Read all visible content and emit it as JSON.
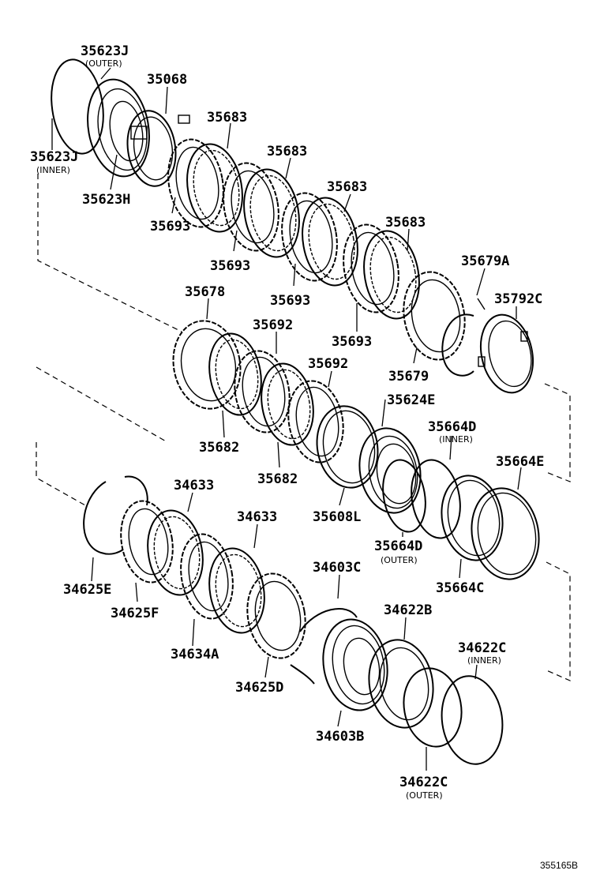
{
  "diagram_code": "355165B",
  "labels": {
    "p35623J_outer": "35623J",
    "p35623J_outer_sub": "(OUTER)",
    "p35068": "35068",
    "p35623J_inner": "35623J",
    "p35623J_inner_sub": "(INNER)",
    "p35623H": "35623H",
    "p35683_a": "35683",
    "p35683_b": "35683",
    "p35683_c": "35683",
    "p35683_d": "35683",
    "p35693_a": "35693",
    "p35693_b": "35693",
    "p35693_c": "35693",
    "p35693_d": "35693",
    "p35679A": "35679A",
    "p35792C": "35792C",
    "p35679": "35679",
    "p35678": "35678",
    "p35692_a": "35692",
    "p35692_b": "35692",
    "p35682_a": "35682",
    "p35682_b": "35682",
    "p35624E": "35624E",
    "p35664D_inner": "35664D",
    "p35664D_inner_sub": "(INNER)",
    "p35664E": "35664E",
    "p35608L": "35608L",
    "p35664D_outer": "35664D",
    "p35664D_outer_sub": "(OUTER)",
    "p35664C": "35664C",
    "p34633_a": "34633",
    "p34633_b": "34633",
    "p34625E": "34625E",
    "p34625F": "34625F",
    "p34634A": "34634A",
    "p34603C": "34603C",
    "p34622B": "34622B",
    "p34622C_inner": "34622C",
    "p34622C_inner_sub": "(INNER)",
    "p34625D": "34625D",
    "p34603B": "34603B",
    "p34622C_outer": "34622C",
    "p34622C_outer_sub": "(OUTER)"
  }
}
